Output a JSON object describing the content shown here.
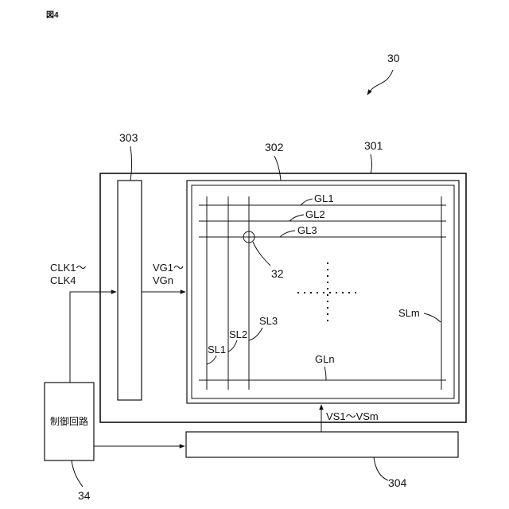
{
  "figure_label": "図4",
  "ref_30": "30",
  "ref_301": "301",
  "ref_302": "302",
  "ref_303": "303",
  "ref_304": "304",
  "ref_32": "32",
  "ref_34": "34",
  "controller_label": "制御回路",
  "clk_line1": "CLK1～",
  "clk_line2": "CLK4",
  "vg_line1": "VG1～",
  "vg_line2": "VGn",
  "vs_label": "VS1～VSm",
  "gate_lines": {
    "gl1": "GL1",
    "gl2": "GL2",
    "gl3": "GL3",
    "gln": "GLn"
  },
  "source_lines": {
    "sl1": "SL1",
    "sl2": "SL2",
    "sl3": "SL3",
    "slm": "SLm"
  }
}
